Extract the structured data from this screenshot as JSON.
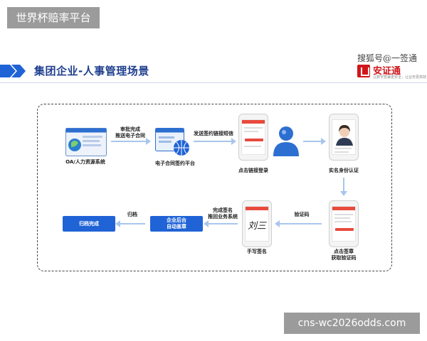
{
  "watermark_top": "世界杯赔率平台",
  "watermark_bottom": "cns-wc2026odds.com",
  "header": {
    "title": "集团企业-人事管理场景"
  },
  "logo": {
    "line1": "搜狐号@一签通",
    "name": "安证通",
    "sub": "让数字签署更安全，让业务更高效"
  },
  "nodes": {
    "oa": "OA/人力资源系统",
    "econtract": "电子合同签约平台",
    "click_login": "点击链接登录",
    "real_name": "实名身份认证",
    "click_sign": "点击签章\n获取验证码",
    "handwrite": "手写签名",
    "enterprise_stamp": "企业后台\n自动盖章",
    "archive_done": "归档完成"
  },
  "edges": {
    "approve_push": "审批完成\n推送电子合同",
    "send_sms": "发送签约链接短信",
    "verify_code": "验证码",
    "complete_sign": "完成签名\n推回业务系统",
    "archive": "归档"
  },
  "signature": "刘三",
  "colors": {
    "accent": "#1f63d6",
    "arrow": "#a8c6ec",
    "title": "#1f3f8f",
    "brand": "#d0161b"
  }
}
